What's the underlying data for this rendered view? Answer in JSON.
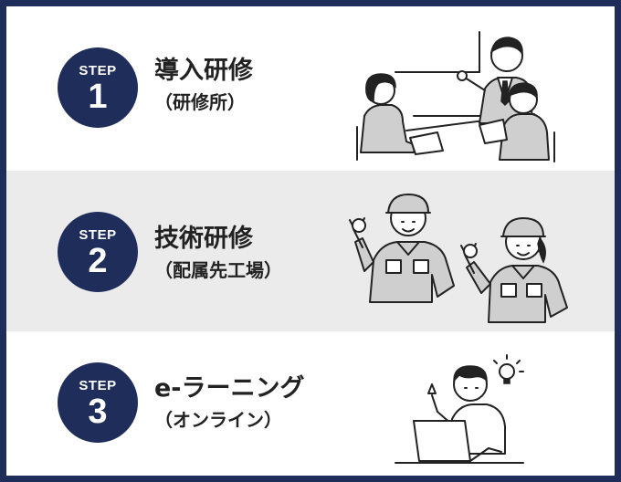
{
  "steps": [
    {
      "label": "STEP",
      "number": "1",
      "title": "導入研修",
      "subtitle": "（研修所）"
    },
    {
      "label": "STEP",
      "number": "2",
      "title": "技術研修",
      "subtitle": "（配属先工場）"
    },
    {
      "label": "STEP",
      "number": "3",
      "title": "e-ラーニング",
      "subtitle": "（オンライン）"
    }
  ],
  "colors": {
    "navy": "#1f2d5a",
    "band_gray": "#ebebeb",
    "text": "#222222"
  },
  "illustrations": [
    "meeting-training-illustration",
    "technicians-with-wrenches-illustration",
    "laptop-learner-illustration"
  ]
}
